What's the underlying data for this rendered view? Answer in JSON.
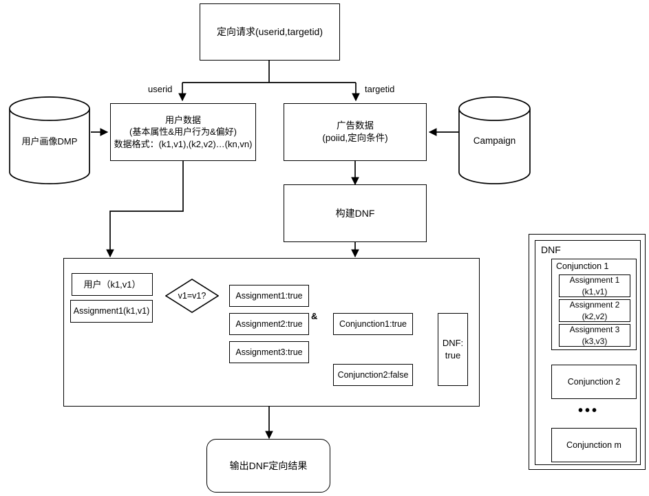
{
  "diagram": {
    "title": "DNF targeting flow",
    "stroke_color": "#000000",
    "background": "#ffffff"
  },
  "nodes": {
    "request": {
      "label": "定向请求(userid,targetid)"
    },
    "user_data": {
      "line1": "用户数据",
      "line2": "(基本属性&用户行为&偏好)",
      "line3": "数据格式：(k1,v1),(k2,v2)…(kn,vn)"
    },
    "ad_data": {
      "line1": "广告数据",
      "line2": "(poiid,定向条件)"
    },
    "dmp": {
      "label": "用户画像DMP"
    },
    "campaign": {
      "label": "Campaign"
    },
    "build_dnf": {
      "label": "构建DNF"
    },
    "output": {
      "label": "输出DNF定向结果"
    },
    "user_kv": {
      "label": "用户（k1,v1）"
    },
    "assignment_kv": {
      "label": "Assignment1(k1,v1)"
    },
    "decision": {
      "label": "v1=v1?"
    },
    "assignment1": {
      "label": "Assignment1:true"
    },
    "assignment2": {
      "label": "Assignment2:true"
    },
    "assignment3": {
      "label": "Assignment3:true"
    },
    "conjunction1": {
      "label": "Conjunction1:true"
    },
    "conjunction2": {
      "label": "Conjunction2:false"
    },
    "dnf_result": {
      "label": "DNF:\ntrue"
    }
  },
  "edge_labels": {
    "userid": "userid",
    "targetid": "targetid",
    "and_op": "&"
  },
  "dnf_panel": {
    "title": "DNF",
    "conjunction1": {
      "title": "Conjunction 1",
      "assignments": [
        {
          "name": "Assignment 1",
          "kv": "(k1,v1)"
        },
        {
          "name": "Assignment 2",
          "kv": "(k2,v2)"
        },
        {
          "name": "Assignment 3",
          "kv": "(k3,v3)"
        }
      ]
    },
    "conjunction2": {
      "label": "Conjunction 2"
    },
    "ellipsis": "•••",
    "conjunction_m": {
      "label": "Conjunction m"
    }
  }
}
